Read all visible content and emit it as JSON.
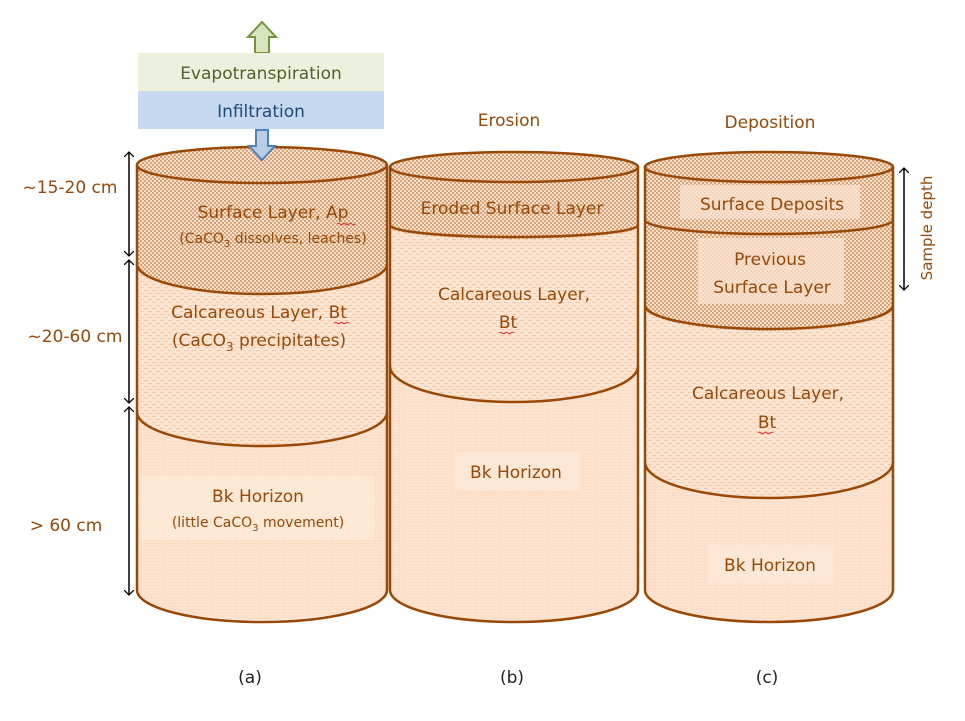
{
  "colors": {
    "outline": "#984807",
    "text": "#984807",
    "fill_base": "#fde4cf",
    "fill_light": "#fbe3d1",
    "hatch": "#d7a27c",
    "evap_box": "#ebf1de",
    "evap_text": "#4f6228",
    "evap_arrow_fill": "#d7e4bd",
    "evap_arrow_stroke": "#77933c",
    "infil_box": "#c6d9f1",
    "infil_text": "#1f497d",
    "infil_arrow_fill": "#b9cde5",
    "infil_arrow_stroke": "#4f81bd"
  },
  "flux": {
    "evapotranspiration": "Evapotranspiration",
    "infiltration": "Infiltration"
  },
  "depth_labels": {
    "surface": "~15-20 cm",
    "calcareous": "~20-60 cm",
    "bk": "> 60 cm"
  },
  "columns": [
    {
      "id": "a",
      "heading": "",
      "caption": "(a)",
      "layers": [
        {
          "name": "Surface Layer, Ap",
          "note_prefix": "(CaCO",
          "note_sub": "3",
          "note_suffix": " dissolves, leaches)"
        },
        {
          "name": "Calcareous Layer, Bt",
          "note_prefix": "(CaCO",
          "note_sub": "3",
          "note_suffix": " precipitates)"
        },
        {
          "name": "Bk Horizon",
          "note_prefix": "(little CaCO",
          "note_sub": "3",
          "note_suffix": "  movement)"
        }
      ]
    },
    {
      "id": "b",
      "heading": "Erosion",
      "caption": "(b)",
      "layers": [
        {
          "name": "Eroded Surface Layer"
        },
        {
          "name_line1": "Calcareous Layer,",
          "name_line2": "Bt"
        },
        {
          "name": "Bk Horizon"
        }
      ]
    },
    {
      "id": "c",
      "heading": "Deposition",
      "caption": "(c)",
      "layers": [
        {
          "name": "Surface Deposits"
        },
        {
          "name_line1": "Previous",
          "name_line2": "Surface Layer"
        },
        {
          "name_line1": "Calcareous Layer,",
          "name_line2": "Bt"
        },
        {
          "name": "Bk Horizon"
        }
      ]
    }
  ],
  "sample_depth_label": "Sample depth"
}
